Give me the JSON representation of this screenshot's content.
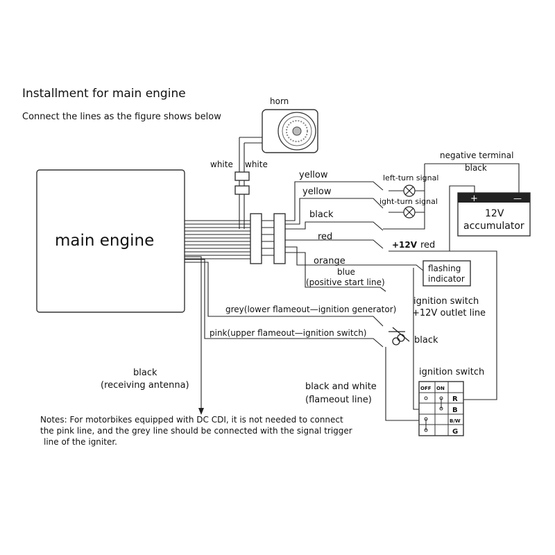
{
  "title": "Installment for main engine",
  "subtitle": "Connect the lines as the figure shows below",
  "main_engine": "main engine",
  "horn": "horn",
  "wires": {
    "white_left": "white",
    "white_right": "white",
    "yellow_1": "yellow",
    "yellow_2": "yellow",
    "black": "black",
    "red": "red",
    "orange": "orange",
    "blue": "blue",
    "blue_desc": "(positive start line)",
    "grey": "grey(lower flameout—ignition generator)",
    "pink": "pink(upper flameout—ignition switch)",
    "black_antenna_1": "black",
    "black_antenna_2": "(receiving antenna)",
    "black_white_1": "black and white",
    "black_white_2": "(flameout line)",
    "black_cut": "black"
  },
  "components": {
    "negative_terminal": "negative terminal",
    "negative_black": "black",
    "left_turn": "left-turn signal",
    "right_turn": "ight-turn signal",
    "accumulator_1": "12V",
    "accumulator_2": "accumulator",
    "plus": "+",
    "minus": "—",
    "plus12v": "+12V",
    "red_label": "red",
    "flashing_1": "flashing",
    "flashing_2": "indicator",
    "ign_out_1": "ignition switch",
    "ign_out_2": "+12V outlet line",
    "ign_switch": "ignition switch"
  },
  "switch_table": {
    "off": "OFF",
    "on": "ON",
    "rows": [
      "R",
      "B",
      "B/W",
      "G"
    ]
  },
  "notes": [
    "Notes: For motorbikes equipped with DC CDI, it is not needed to connect",
    "the pink line, and the grey line should be connected with the signal trigger",
    "line of the igniter."
  ]
}
